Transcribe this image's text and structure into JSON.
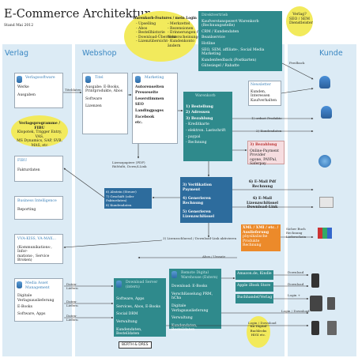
{
  "title": "E-Commerce Architektur",
  "subtitle": "Stand Mai 2012",
  "sections": {
    "verlag": "Verlag",
    "webshop": "Webshop",
    "kunde": "Kunde"
  },
  "bubble_features": {
    "title": "Warenkorb-Features / mein Login",
    "left": [
      "- Upselling",
      "- Abos",
      "- Bestellhistorie",
      "- Download-Übersicht",
      "- Lizenzübersicht"
    ],
    "right": [
      "- Merkzettel",
      "- Rezensionen",
      "- Erinnerungen für",
      "  Neuerscheinungen",
      "- Kundenkonto",
      "  ändern"
    ]
  },
  "bubble_seo": {
    "lines": [
      "Verlag?",
      "SEO / SEM",
      "Dienstleister"
    ]
  },
  "top_box": {
    "title": "Direktvertrieb",
    "items": [
      "Kaufverstanspezert Warenkorb (Rechnungsstelle)",
      "CRM / Kundendaten",
      "Beanlservice",
      "Hotline",
      "SEO, SEM, affiliate-, Social Media Marketing",
      "Kundenfeedback (Postkarten)",
      "Gütesiegel / Rabatte"
    ]
  },
  "verlagssoftware": {
    "title": "Verlagssoftware",
    "items": [
      "Werke",
      "Ausgaben"
    ]
  },
  "verlagsprogramme": {
    "title": "Verlagsprogramme / FIBU",
    "items": [
      "Klopotek, Trigger Entry, VAS,",
      "MS Dynamics, SAP, SVB,",
      "MAS, etc"
    ]
  },
  "fibu": {
    "title": "FIBU",
    "items": [
      "Fakturdaten"
    ]
  },
  "business_intelligence": {
    "title": "Business Intelligence",
    "items": [
      "Reporting"
    ]
  },
  "vva": {
    "title": "VVA-KISS, VA-MAX...",
    "items": [
      "(Kommunikations-, Infor-",
      "mations-, Service Broken)"
    ]
  },
  "media_asset": {
    "title": "Media Asset Management",
    "items": [
      "Digitale Verlagsauslieferung",
      "E-Books",
      "Software, Apps"
    ]
  },
  "titel": {
    "title": "Titel",
    "items": [
      "Ausgabe: E-Books,",
      "Printprodukte, Abos",
      "Software",
      "Lizenzen"
    ]
  },
  "marketing": {
    "title": "Marketing",
    "items": [
      "Autorenseiten",
      "Presseseite",
      "Leserstimmen",
      "SEO",
      "Landingpages",
      "Facebook",
      "etc."
    ]
  },
  "warenkorb": {
    "title": "Warenkorb",
    "items": [
      "1) Bestellung",
      "2) Adressen",
      "3) Bezahlung",
      "- Kreditkarte",
      "- elektron. Lastschrift",
      "- paypal",
      "- Rechnung"
    ]
  },
  "newsletter": {
    "title": "Newsletter",
    "items": [
      "Kunden, Interessen",
      "Kaufverhalten"
    ]
  },
  "bezahlung": {
    "title": "3) Bezahlung",
    "items": [
      "Online-Payment Provider",
      "ogone, PAYPal, Saferpay"
    ]
  },
  "verifikation": {
    "items": [
      "3) Verifikation Payment",
      "4) Generieren Rechnung",
      "5) Generieren Lizenzschlüssel"
    ]
  },
  "abstein": {
    "items": [
      "6) Abstein (Steuer)",
      "7) Geschäft (oder Fakturdaten)",
      "8) Kundendaten"
    ]
  },
  "mail": {
    "items": [
      "6) E-Mail Pdf Rechnung",
      "6) E-Mail Lizenzschlüssel Download-Link"
    ]
  },
  "xml": {
    "items": [
      "XML / XMI / etc. /",
      "Auslieferung",
      "physikalische Produkte",
      "Rechnung"
    ]
  },
  "download_server": {
    "title": "Download Server (intern)",
    "items": [
      "Software, Apps",
      "Services, Abos, E-Books",
      "Social DRM",
      "Verwaltung",
      "Kundendaten, Bestelldaten"
    ]
  },
  "remote": {
    "title": "Remote Digital Warehouse (Extern)",
    "items": [
      "Download: E-Books",
      "Verschlüsselung PRM, hCha",
      "Digitale Verlagsauslieferung",
      "Verwaltung",
      "Kundendaten, Bestelldaten"
    ]
  },
  "stores": [
    "Amazon.de, Kindle",
    "Apple iBook Store",
    "Buchhandel/Verlag"
  ],
  "edge_labels": {
    "titeldaten": "Titeldaten",
    "feedback": "Feedback",
    "lieferpapiere": "Lizenzpapiere (PDF) RiiMulti, Down/LLink",
    "bestellung": "1) Bestellung",
    "adressen": "2) Adressen",
    "ordnet": "1) ordnet Produkte",
    "kundendaten": "2) Kundendaten",
    "download_aktivieren": "3) Lizenzschluessl / Download-Link aktivieren",
    "abos": "Abos / Umsatz",
    "daten1": "Daten-Liefern",
    "daten2": "Daten-Liefern",
    "daten3": "Daten-Liefern",
    "sicher": "Sicher Buch Rechnung Lieferschein",
    "download1": "Download",
    "download2": "Download",
    "login_download": "Login / Download",
    "login_download2": "Login / Download",
    "kn": "Kn Digital Buchlecks HIGI etc.",
    "login": "Login +"
  },
  "footer_logo": "BERTH & DRES",
  "colors": {
    "section": "#dcebf5",
    "accent": "#3a87c2",
    "green": "#2f8a8c",
    "dark": "#2d6c9d",
    "orange": "#ec8a2a",
    "yellow": "#f2ea5c"
  }
}
